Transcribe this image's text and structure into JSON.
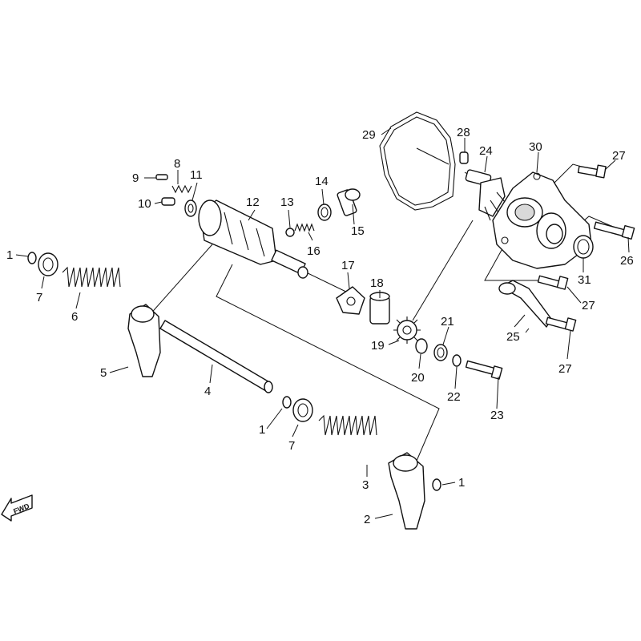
{
  "callouts": {
    "c1a": "1",
    "c1b": "1",
    "c1c": "1",
    "c2": "2",
    "c3": "3",
    "c4": "4",
    "c5": "5",
    "c6": "6",
    "c7a": "7",
    "c7b": "7",
    "c8": "8",
    "c9": "9",
    "c10": "10",
    "c11": "11",
    "c12": "12",
    "c13": "13",
    "c14": "14",
    "c15": "15",
    "c16": "16",
    "c17": "17",
    "c18": "18",
    "c19": "19",
    "c20": "20",
    "c21": "21",
    "c22": "22",
    "c23": "23",
    "c24": "24",
    "c25": "25",
    "c26": "26",
    "c27a": "27",
    "c27b": "27",
    "c27c": "27",
    "c28": "28",
    "c29": "29",
    "c30": "30",
    "c31": "31"
  },
  "fwd_badge": "FWD"
}
